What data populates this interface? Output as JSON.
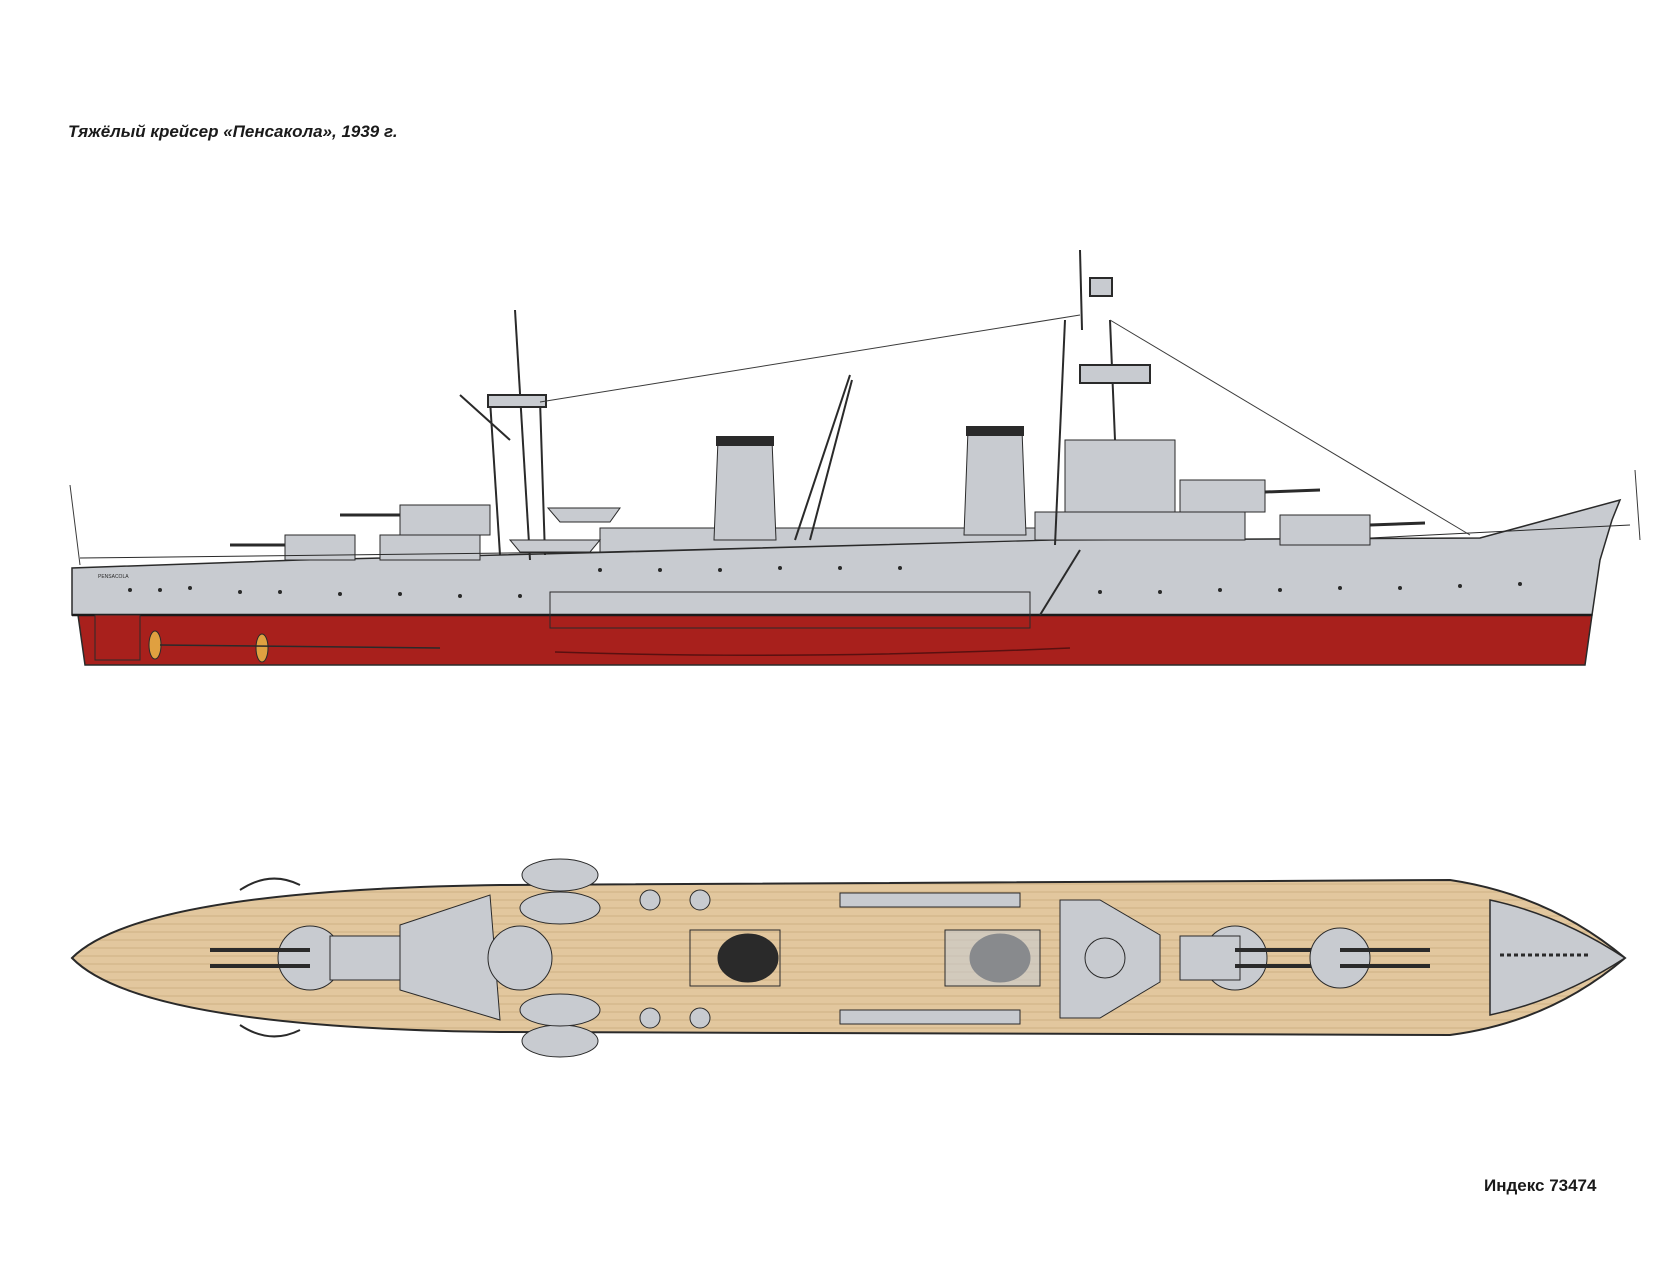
{
  "caption": "Тяжёлый крейсер «Пенсакола», 1939 г.",
  "hull_name": "PENSACOLA",
  "index_label": "Индекс 73474",
  "colors": {
    "hull_gray": "#c8cbd0",
    "hull_red": "#a8201c",
    "deck_wood": "#e2c79e",
    "outline": "#2a2a2a",
    "funnel_band": "#2a2a2a",
    "propeller": "#e0a040"
  },
  "views": [
    "side-profile",
    "plan-view"
  ]
}
